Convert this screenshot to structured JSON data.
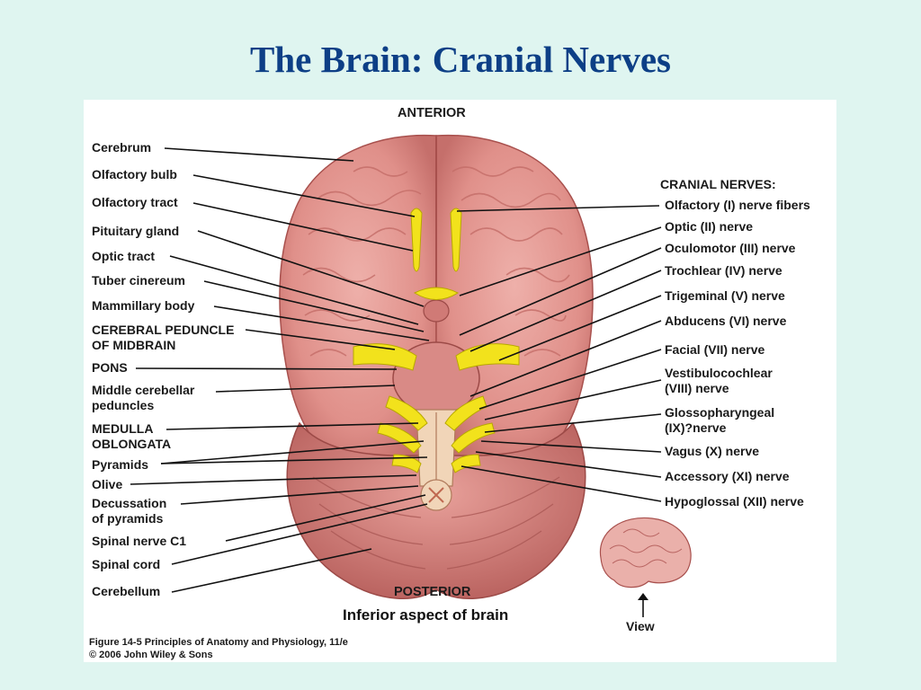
{
  "slide": {
    "title": "The Brain: Cranial Nerves"
  },
  "figure": {
    "anterior": "ANTERIOR",
    "posterior": "POSTERIOR",
    "subtitle": "Inferior aspect of brain",
    "view_label": "View",
    "cranial_nerves_header": "CRANIAL NERVES:",
    "left_labels": [
      "Cerebrum",
      "Olfactory bulb",
      "Olfactory tract",
      "Pituitary gland",
      "Optic tract",
      "Tuber cinereum",
      "Mammillary body",
      "CEREBRAL PEDUNCLE\nOF MIDBRAIN",
      "PONS",
      "Middle cerebellar\npeduncles",
      "MEDULLA\nOBLONGATA",
      "Pyramids",
      "Olive",
      "Decussation\nof pyramids",
      "Spinal nerve C1",
      "Spinal cord",
      "Cerebellum"
    ],
    "right_labels": [
      "Olfactory (I) nerve fibers",
      "Optic (II) nerve",
      "Oculomotor (III) nerve",
      "Trochlear (IV) nerve",
      "Trigeminal (V) nerve",
      "Abducens (VI) nerve",
      "Facial (VII) nerve",
      "Vestibulocochlear\n(VIII) nerve",
      "Glossopharyngeal\n(IX)?nerve",
      "Vagus (X) nerve",
      "Accessory (XI) nerve",
      "Hypoglossal (XII) nerve"
    ],
    "caption_line1": "Figure 14-5  Principles of Anatomy and Physiology, 11/e",
    "caption_line2": "© 2006 John Wiley & Sons"
  },
  "colors": {
    "brain": "#e49a94",
    "brain_dark": "#b8605c",
    "nerve": "#f2e21c",
    "spinal": "#f1d5b8",
    "title": "#0d3f86"
  }
}
